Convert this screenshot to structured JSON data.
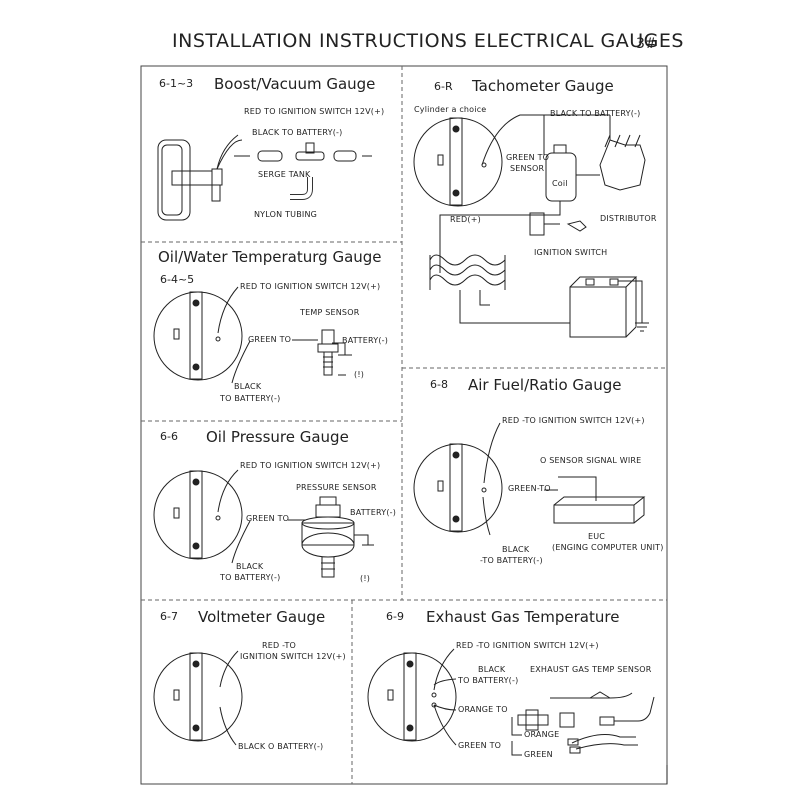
{
  "page": {
    "title": "INSTALLATION INSTRUCTIONS ELECTRICAL GAUGES",
    "page_number": "3#"
  },
  "sections": {
    "boost": {
      "id": "6-1~3",
      "title": "Boost/Vacuum Gauge",
      "labels": {
        "red": "RED  TO IGNITION SWITCH 12V(+)",
        "black": "BLACK  TO BATTERY(-)",
        "serge": "SERGE TANK",
        "nylon": "NYLON TUBING"
      }
    },
    "tach": {
      "id": "6-R",
      "title": "Tachometer Gauge",
      "labels": {
        "cylinder": "Cylinder a choice",
        "black": "BLACK  TO BATTERY(-)",
        "green1": "GREEN TO",
        "green2": "SENSOR",
        "coil": "Coil",
        "distributor": "DISTRIBUTOR",
        "red": "RED(+)",
        "ignition": "IGNITION SWITCH"
      }
    },
    "oilwater": {
      "id": "6-4~5",
      "title": "Oil/Water Temperaturg Gauge",
      "labels": {
        "red": "RED TO IGNITION SWITCH 12V(+)",
        "temp": "TEMP SENSOR",
        "green": "GREEN TO",
        "battery": "BATTERY(-)",
        "sym": "(!)",
        "black1": "BLACK",
        "black2": "TO BATTERY(-)"
      }
    },
    "airfuel": {
      "id": "6-8",
      "title": "Air Fuel/Ratio Gauge",
      "labels": {
        "red": "RED -TO IGNITION SWITCH 12V(+)",
        "o2": "O  SENSOR SIGNAL WIRE",
        "green": "GREEN-TO",
        "black1": "BLACK",
        "black2": "-TO BATTERY(-)",
        "euc1": "EUC",
        "euc2": "(ENGING COMPUTER UNIT)"
      }
    },
    "oilpress": {
      "id": "6-6",
      "title": "Oil Pressure Gauge",
      "labels": {
        "red": "RED TO IGNITION SWITCH 12V(+)",
        "sensor": "PRESSURE SENSOR",
        "green": "GREEN TO",
        "battery": "BATTERY(-)",
        "sym": "(!)",
        "black1": "BLACK",
        "black2": "TO BATTERY(-)"
      }
    },
    "volt": {
      "id": "6-7",
      "title": "Voltmeter Gauge",
      "labels": {
        "red1": "RED -TO",
        "red2": "IGNITION SWITCH 12V(+)",
        "black": "BLACK  O BATTERY(-)"
      }
    },
    "egt": {
      "id": "6-9",
      "title": "Exhaust Gas Temperature",
      "labels": {
        "red": "RED -TO IGNITION SWITCH 12V(+)",
        "black1": "BLACK",
        "black2": "TO BATTERY(-)",
        "sensor": "EXHAUST GAS TEMP SENSOR",
        "orange1": "ORANGE TO",
        "orange2": "ORANGE",
        "green1": "GREEN TO",
        "green2": "GREEN"
      }
    }
  }
}
